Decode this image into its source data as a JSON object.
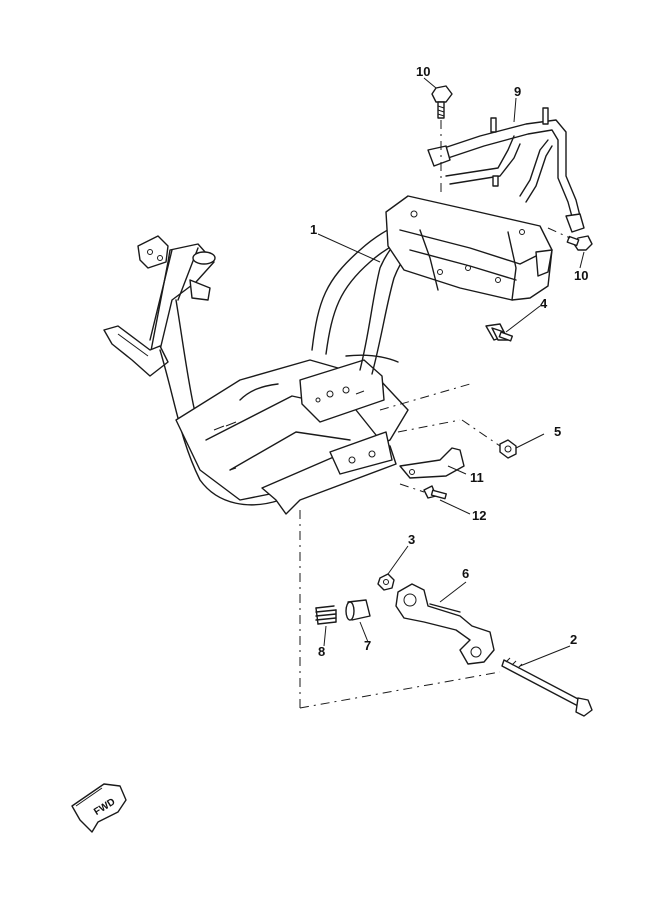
{
  "callouts": {
    "c1": "1",
    "c2": "2",
    "c3": "3",
    "c4": "4",
    "c5": "5",
    "c6": "6",
    "c7": "7",
    "c8": "8",
    "c9": "9",
    "c10a": "10",
    "c10b": "10",
    "c11": "11",
    "c12": "12"
  },
  "fwd_label": "FWD"
}
